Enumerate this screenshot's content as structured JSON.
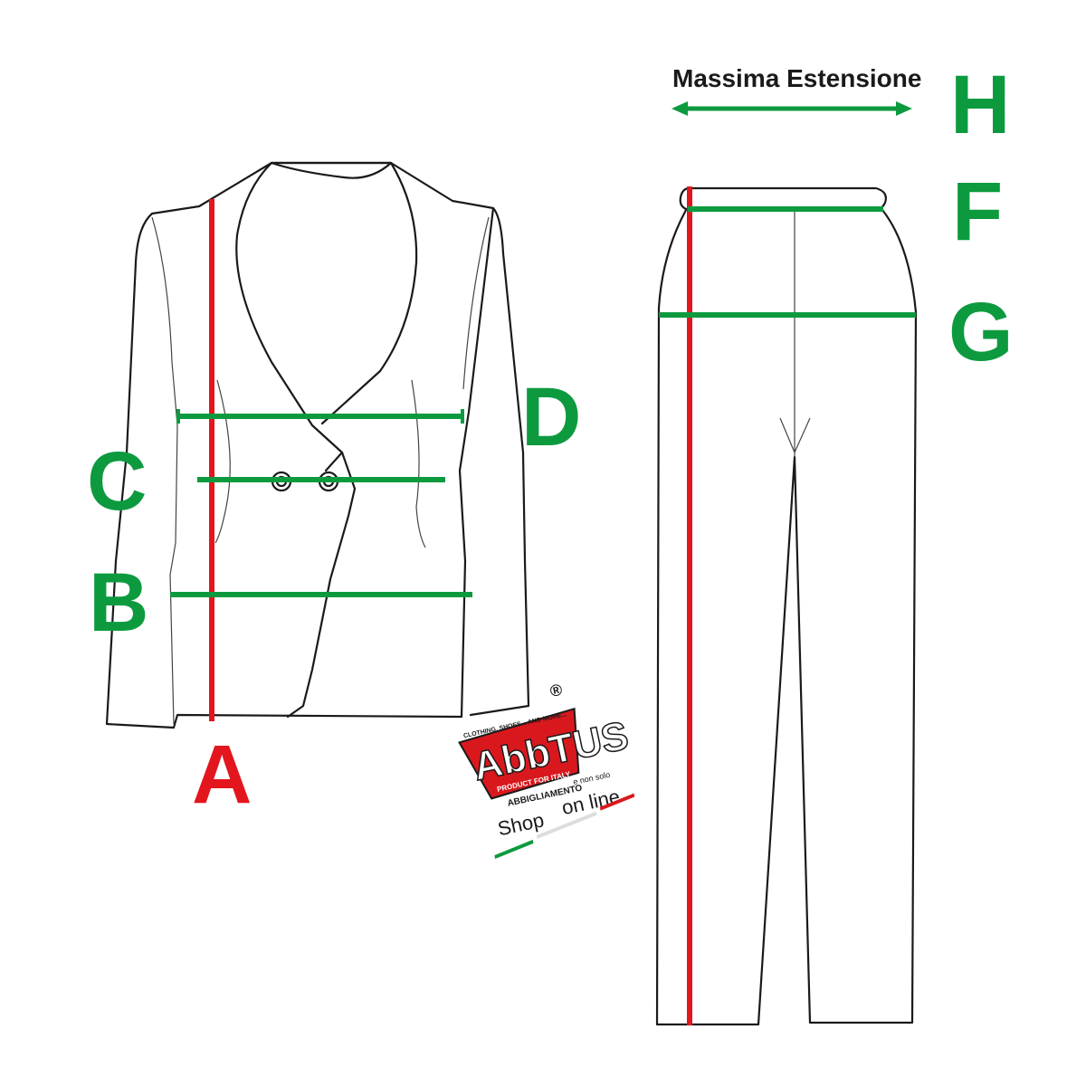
{
  "caption": "Massima Estensione",
  "labels": {
    "a": "A",
    "b": "B",
    "c": "C",
    "d": "D",
    "f": "F",
    "g": "G",
    "h": "H"
  },
  "logo": {
    "tagline": "CLOTHING, SHOES... AND MORE...",
    "wordmark": "AbbTUS",
    "product": "PRODUCT FOR ITALY",
    "category": "ABBIGLIAMENTO",
    "extra": "e non solo",
    "shop_left": "Shop",
    "shop_right": "on line",
    "registered": "®"
  },
  "colors": {
    "measure_green": "#0d9a3f",
    "length_red": "#e3151d",
    "outline": "#1a1a1a"
  }
}
